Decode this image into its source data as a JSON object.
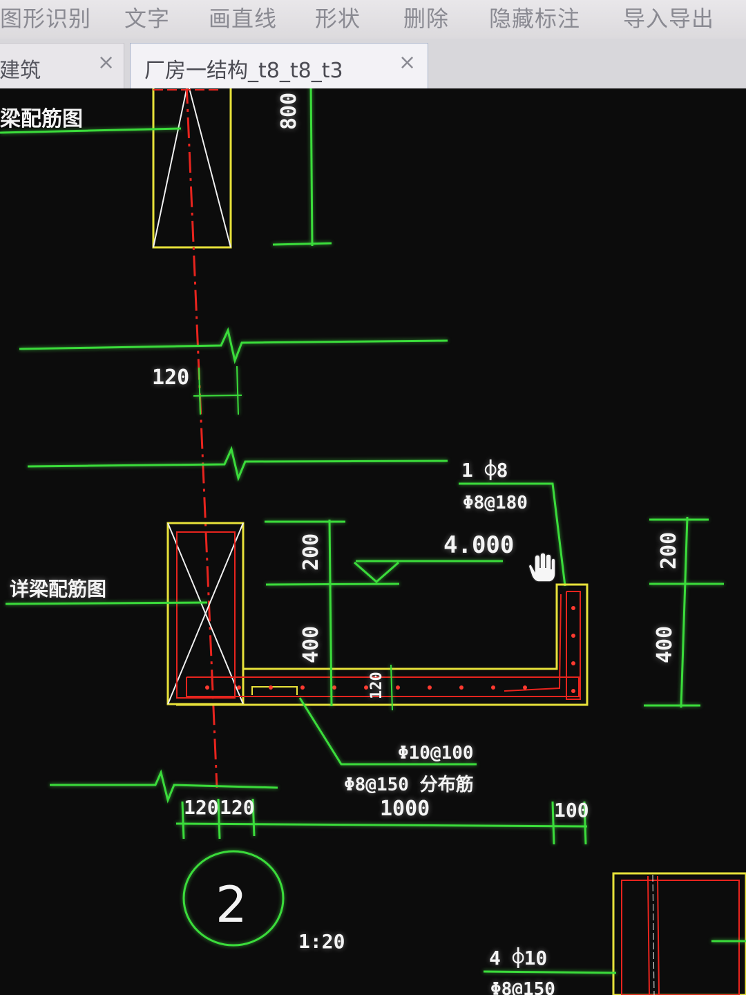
{
  "toolbar": {
    "items": [
      "图形识别",
      "文字",
      "画直线",
      "形状",
      "删除",
      "隐藏标注",
      "导入导出"
    ]
  },
  "tabs": [
    {
      "label": "建筑",
      "close": "×"
    },
    {
      "label": "厂房一结构_t8_t8_t3",
      "close": "×"
    }
  ],
  "drawing": {
    "top_section_title": "梁配筋图",
    "dim_top_800": "800",
    "dim_120_mid": "120",
    "rebar_top_count": "1 ⌽8",
    "rebar_top_stirrup": "Φ8@180",
    "elevation": "4.000",
    "dim_left_200": "200",
    "dim_left_400": "400",
    "dim_slab_120": "120",
    "dim_right_200": "200",
    "dim_right_400": "400",
    "beam_detail_label": "详梁配筋图",
    "rebar_main": "Φ10@100",
    "rebar_dist": "Φ8@150  分布筋",
    "dim_b1": "120",
    "dim_b2": "120",
    "dim_b3": "1000",
    "dim_b4": "100",
    "section_number": "2",
    "scale": "1:20",
    "rebar_bottom_count": "4 ⌽10",
    "rebar_bottom_stirrup": "Φ8@150"
  },
  "colors": {
    "dim_line": "#3bdc3b",
    "outline": "#e8e23a",
    "rebar": "#e8241e",
    "text": "#f4f4f4",
    "background": "#0c0c0c"
  }
}
